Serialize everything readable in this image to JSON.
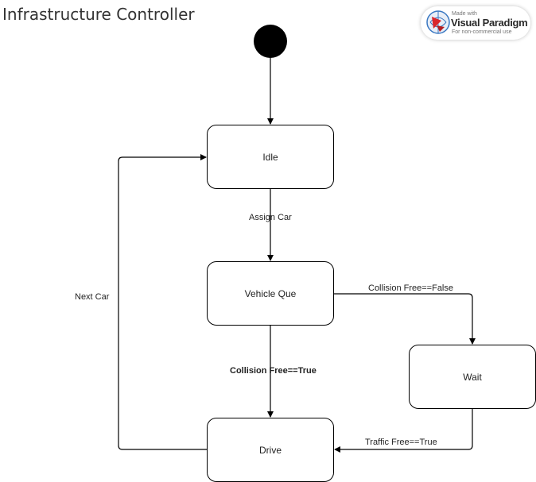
{
  "diagram": {
    "title": "Infrastructure Controller",
    "watermark": {
      "made_with": "Made with",
      "brand": "Visual Paradigm",
      "note": "For non-commercial use"
    },
    "states": {
      "idle": "Idle",
      "vehicle_que": "Vehicle Que",
      "wait": "Wait",
      "drive": "Drive"
    },
    "transitions": {
      "assign_car": "Assign Car",
      "collision_free_false": "Collision Free==False",
      "collision_free_true": "Collision Free==True",
      "traffic_free_true": "Traffic Free==True",
      "next_car": "Next Car"
    },
    "colors": {
      "line": "#000000",
      "text": "#222222",
      "title": "#333333"
    }
  }
}
